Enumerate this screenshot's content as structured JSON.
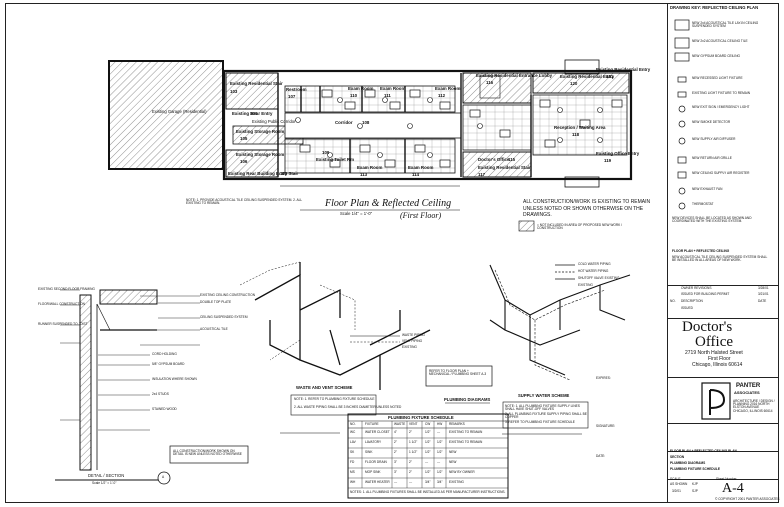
{
  "floor_plan": {
    "title": "Floor Plan & Reflected Ceiling",
    "scale": "Scale 1/4\" = 1'-0\"",
    "subtitle": "(First Floor)",
    "rooms": [
      {
        "name": "Existing Garage (Residential)"
      },
      {
        "name": "Existing Residential Stair",
        "num": "103"
      },
      {
        "name": "Existing Rear Entry",
        "num": "101"
      },
      {
        "name": "Existing Public Corridor",
        "num": "104"
      },
      {
        "name": "Existing Storage Room",
        "num": "105"
      },
      {
        "name": "Existing Storage Room",
        "num": "106"
      },
      {
        "name": "Existing Rear Building Entry Stair",
        "num": "102"
      },
      {
        "name": "Restroom",
        "num": "107"
      },
      {
        "name": "Corridor",
        "num": "108"
      },
      {
        "name": "Existing Toilet Rm",
        "num": "109"
      },
      {
        "name": "Exam Room",
        "num": "110"
      },
      {
        "name": "Exam Room",
        "num": "111"
      },
      {
        "name": "Exam Room",
        "num": "112"
      },
      {
        "name": "Exam Room",
        "num": "113"
      },
      {
        "name": "Exam Room",
        "num": "114"
      },
      {
        "name": "Doctor's Office",
        "num": "115"
      },
      {
        "name": "Existing Residential Entrance Lobby",
        "num": "116"
      },
      {
        "name": "Existing Residential Stair",
        "num": "117"
      },
      {
        "name": "Reception / Waiting Area",
        "num": "118"
      },
      {
        "name": "Existing Office Entry",
        "num": "119"
      },
      {
        "name": "Existing Residential Entry",
        "num": "120"
      },
      {
        "name": "Existing Residential Entry",
        "num": "121"
      }
    ],
    "general_note": "ALL CONSTRUCTION/WORK IS EXISTING TO REMAIN UNLESS NOTED OR SHOWN OTHERWISE ON THE DRAWINGS.",
    "legend_note": "= NOT INCLUDED IN AREA OF PROPOSED NEW WORK / CONSTRUCTION",
    "small_note": "NOTE: 1. PROVIDE ACOUSTICAL TILE CEILING SUSPENDED SYSTEM. 2. ALL EXISTING TO REMAIN."
  },
  "detail": {
    "title": "DETAIL / SECTION",
    "scale": "Scale 1/2\" = 1'-0\"",
    "marker": "A",
    "note": "ALL CONSTRUCTION/WORK SHOWN ON DETAIL IS NEW UNLESS NOTED OTHERWISE",
    "callouts": [
      "EXISTING SECOND FLOOR FRAMING",
      "EXISTING CEILING CONSTRUCTION",
      "DOUBLE TOP PLATE",
      "FLOOR/WALL CONSTRUCTION",
      "CEILING SUSPENDED SYSTEM",
      "ACOUSTICAL TILE",
      "RUNNER SUSPENDED TO JOIST",
      "CORD HOLDING",
      "5/8\" GYPSUM BOARD",
      "INSULATION WHERE SHOWN",
      "2x4 STUDS",
      "STAINED WOOD"
    ]
  },
  "waste_scheme": {
    "title": "WASTE AND VENT SCHEME",
    "legend": [
      "WASTE PIPING",
      "VENT PIPING",
      "EXISTING"
    ],
    "notes": [
      "NOTE: 1. REFER TO PLUMBING FIXTURE SCHEDULE",
      "2. ALL WASTE PIPING SHALL BE 3 INCHES DIAMETER UNLESS NOTED"
    ]
  },
  "refer_box": "REFER TO FLOOR PLAN + MECHANICAL / PLUMBING SHEET A-3",
  "plumbing_title": "PLUMBING DIAGRAMS",
  "supply_scheme": {
    "title": "SUPPLY WATER SCHEME",
    "legend": [
      "COLD WATER PIPING",
      "HOT WATER PIPING",
      "SHUTOFF VALVE EXISTING",
      "EXISTING"
    ],
    "notes": [
      "NOTE: 1. ALL PLUMBING FIXTURE SUPPLY LINES SHALL HAVE SHUT-OFF VALVES",
      "2. ALL PLUMBING FIXTURE SUPPLY PIPING SHALL BE COPPER",
      "3. REFER TO PLUMBING FIXTURE SCHEDULE"
    ]
  },
  "schedule": {
    "title": "PLUMBING FIXTURE SCHEDULE",
    "headers": [
      "NO.",
      "FIXTURE",
      "WASTE",
      "VENT",
      "CW",
      "HW",
      "REMARKS"
    ],
    "rows": [
      [
        "WC",
        "WATER CLOSET",
        "4\"",
        "2\"",
        "1/2\"",
        "---",
        "EXISTING TO REMAIN"
      ],
      [
        "LAV",
        "LAVATORY",
        "2\"",
        "1 1/2\"",
        "1/2\"",
        "1/2\"",
        "EXISTING TO REMAIN"
      ],
      [
        "SK",
        "SINK",
        "2\"",
        "1 1/2\"",
        "1/2\"",
        "1/2\"",
        "NEW"
      ],
      [
        "FD",
        "FLOOR DRAIN",
        "3\"",
        "2\"",
        "---",
        "---",
        "NEW"
      ],
      [
        "MS",
        "MOP SINK",
        "3\"",
        "2\"",
        "1/2\"",
        "1/2\"",
        "NEW BY OWNER"
      ],
      [
        "WH",
        "WATER HEATER",
        "---",
        "---",
        "3/4\"",
        "3/4\"",
        "EXISTING"
      ]
    ],
    "note": "NOTES: 1. ALL PLUMBING FIXTURES SHALL BE INSTALLED AS PER MANUFACTURER INSTRUCTIONS."
  },
  "key": {
    "title": "DRAWING KEY: REFLECTED CEILING PLAN",
    "items": [
      "NEW 2x4 ACOUSTICAL TILE LAY-IN CEILING SUSPENDED SYSTEM",
      "NEW 2x2 ACOUSTICAL CEILING TILE",
      "NEW GYPSUM BOARD CEILING",
      "NEW RECESSED LIGHT FIXTURE",
      "EXISTING LIGHT FIXTURE TO REMAIN",
      "NEW EXIT SIGN / EMERGENCY LIGHT",
      "NEW SMOKE DETECTOR",
      "NEW SUPPLY AIR DIFFUSER",
      "NEW RETURN AIR GRILLE",
      "NEW CEILING SUPPLY AIR REGISTER",
      "NEW EXHAUST FAN",
      "THERMOSTAT"
    ],
    "footer": "NEW DEVICES SHALL BE LOCATED AS SHOWN AND COORDINATED WITH THE EXISTING SYSTEM.",
    "notes_title": "FLOOR PLAN + REFLECTED CEILING",
    "notes_body": "NEW ACOUSTICAL TILE CEILING SUSPENDED SYSTEM SHALL BE INSTALLED IN ALL AREAS OF NEW WORK."
  },
  "revisions": {
    "rows": [
      {
        "desc": "OWNER REVISIONS",
        "date": "3/28/01"
      },
      {
        "desc": "ISSUED FOR BUILDING PERMIT",
        "date": "3/21/01"
      }
    ],
    "header": [
      "NO.",
      "DESCRIPTION",
      "DATE"
    ],
    "footer": "ISSUED"
  },
  "project": {
    "name_line1": "Doctor's",
    "name_line2": "Office",
    "address1": "2719 North Halsted Street",
    "address2": "First Floor",
    "address3": "Chicago, Illinois 60614"
  },
  "firm": {
    "name_line1": "PANTER",
    "name_line2": "ASSOCIATES",
    "info": "ARCHITECTURE / DESIGN / PLANNING 2016 NORTH ELSTON AVENUE CHICAGO, ILLINOIS 60614"
  },
  "stamp_labels": [
    "EXPIRES:",
    "SIGNATURE:",
    "DATE:"
  ],
  "sheet": {
    "titles": [
      "FLOOR PLAN + REFLECTED CEILING PLAN",
      "SECTION",
      "PLUMBING DIAGRAMS",
      "PLUMBING FIXTURE SCHEDULE"
    ],
    "scale": "AS SHOWN",
    "scale_label": "SCALE",
    "drawn_by": "KJP",
    "date": "3/2/01",
    "checked": "SJP",
    "sheet_number_label": "Sheet Number",
    "sheet_number": "A-4",
    "copyright": "© COPYRIGHT 2001 PANTER ASSOCIATES"
  }
}
